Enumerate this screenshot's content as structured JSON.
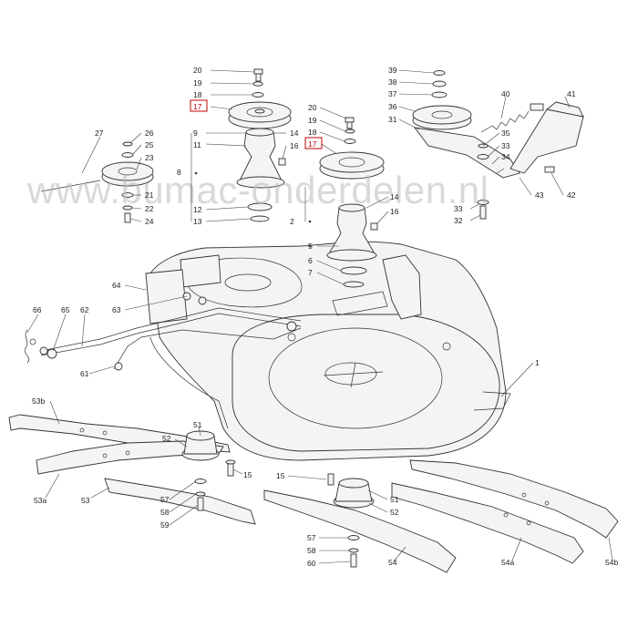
{
  "watermark": "www.bumac-onderdelen.nl",
  "highlight_color": "#c00000",
  "labels": {
    "p1": "1",
    "p2": "2",
    "p5": "5",
    "p6": "6",
    "p7": "7",
    "p8": "8",
    "p9": "9",
    "p11": "11",
    "p12": "12",
    "p13": "13",
    "p14a": "14",
    "p14b": "14",
    "p15a": "15",
    "p15b": "15",
    "p16a": "16",
    "p16b": "16",
    "p17a": "17",
    "p17b": "17",
    "p18a": "18",
    "p18b": "18",
    "p19a": "19",
    "p19b": "19",
    "p20a": "20",
    "p20b": "20",
    "p21": "21",
    "p22": "22",
    "p23": "23",
    "p24": "24",
    "p25": "25",
    "p26": "26",
    "p27": "27",
    "p31": "31",
    "p32": "32",
    "p33a": "33",
    "p33b": "33",
    "p34": "34",
    "p35": "35",
    "p36": "36",
    "p37": "37",
    "p38": "38",
    "p39": "39",
    "p40": "40",
    "p41": "41",
    "p42": "42",
    "p43": "43",
    "p51a": "51",
    "p51b": "51",
    "p52a": "52",
    "p52b": "52",
    "p53": "53",
    "p53a": "53a",
    "p53b": "53b",
    "p54": "54",
    "p54a": "54a",
    "p54b": "54b",
    "p57a": "57",
    "p57b": "57",
    "p58a": "58",
    "p58b": "58",
    "p59": "59",
    "p60": "60",
    "p61": "61",
    "p62": "62",
    "p63": "63",
    "p64": "64",
    "p65": "65",
    "p66": "66"
  }
}
